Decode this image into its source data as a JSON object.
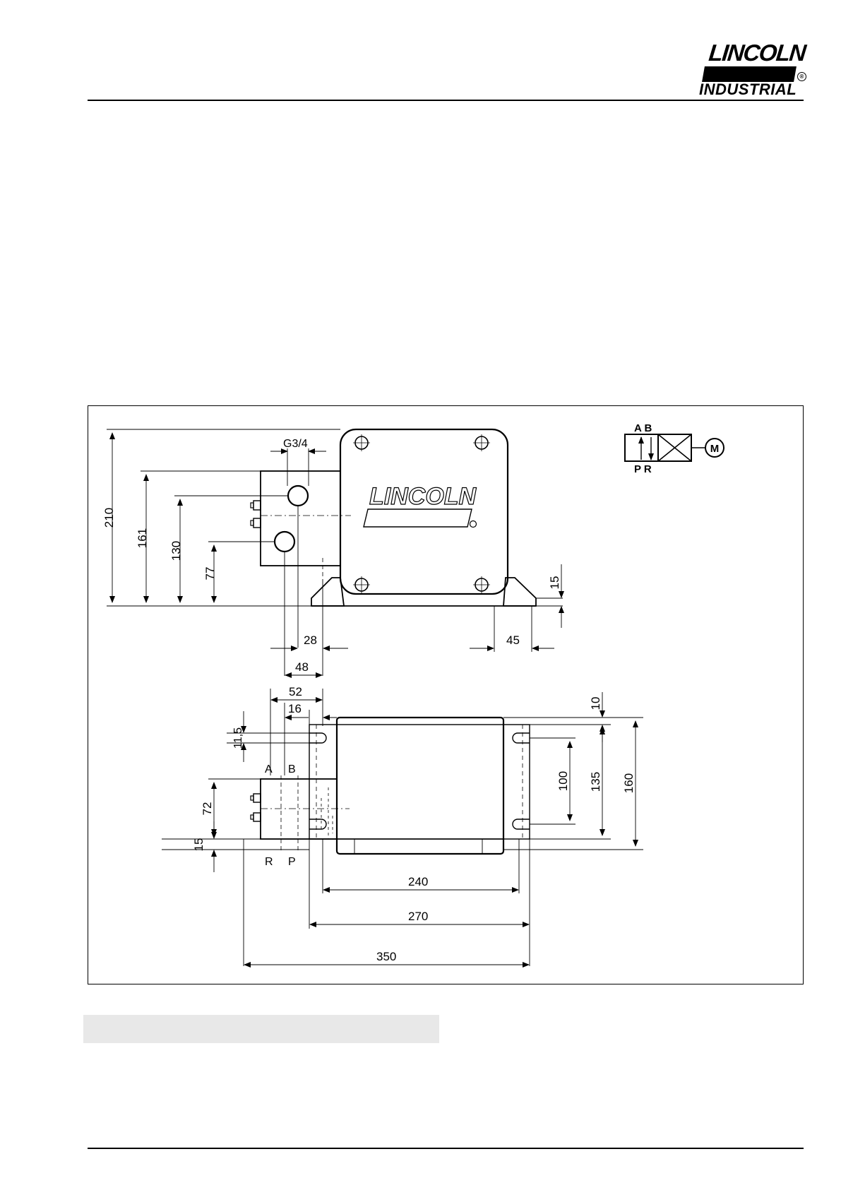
{
  "header": {
    "logo": {
      "line1": "LINCOLN",
      "line2": "INDUSTRIAL",
      "registered": "®"
    }
  },
  "drawing": {
    "side_view": {
      "port_thread": "G3/4",
      "product_label": "LINCOLN",
      "height_dims": [
        "210",
        "161",
        "130",
        "77"
      ],
      "foot_height": "15",
      "bottom_dims": [
        "28",
        "48",
        "45"
      ]
    },
    "top_view": {
      "dims_top": [
        "52",
        "16"
      ],
      "slot_dim": "11,5",
      "port_labels_top": [
        "A",
        "B"
      ],
      "port_labels_bottom": [
        "R",
        "P"
      ],
      "left_dims": [
        "72",
        "15"
      ],
      "right_dims": [
        "10",
        "100",
        "135",
        "160"
      ],
      "bottom_dims": [
        "240",
        "270",
        "350"
      ]
    },
    "valve_symbol": {
      "ports_top": "A B",
      "ports_bottom": "P R",
      "motor": "M"
    }
  },
  "colors": {
    "ink": "#000000",
    "caption_bar": "#e8e8e8",
    "background": "#ffffff"
  }
}
